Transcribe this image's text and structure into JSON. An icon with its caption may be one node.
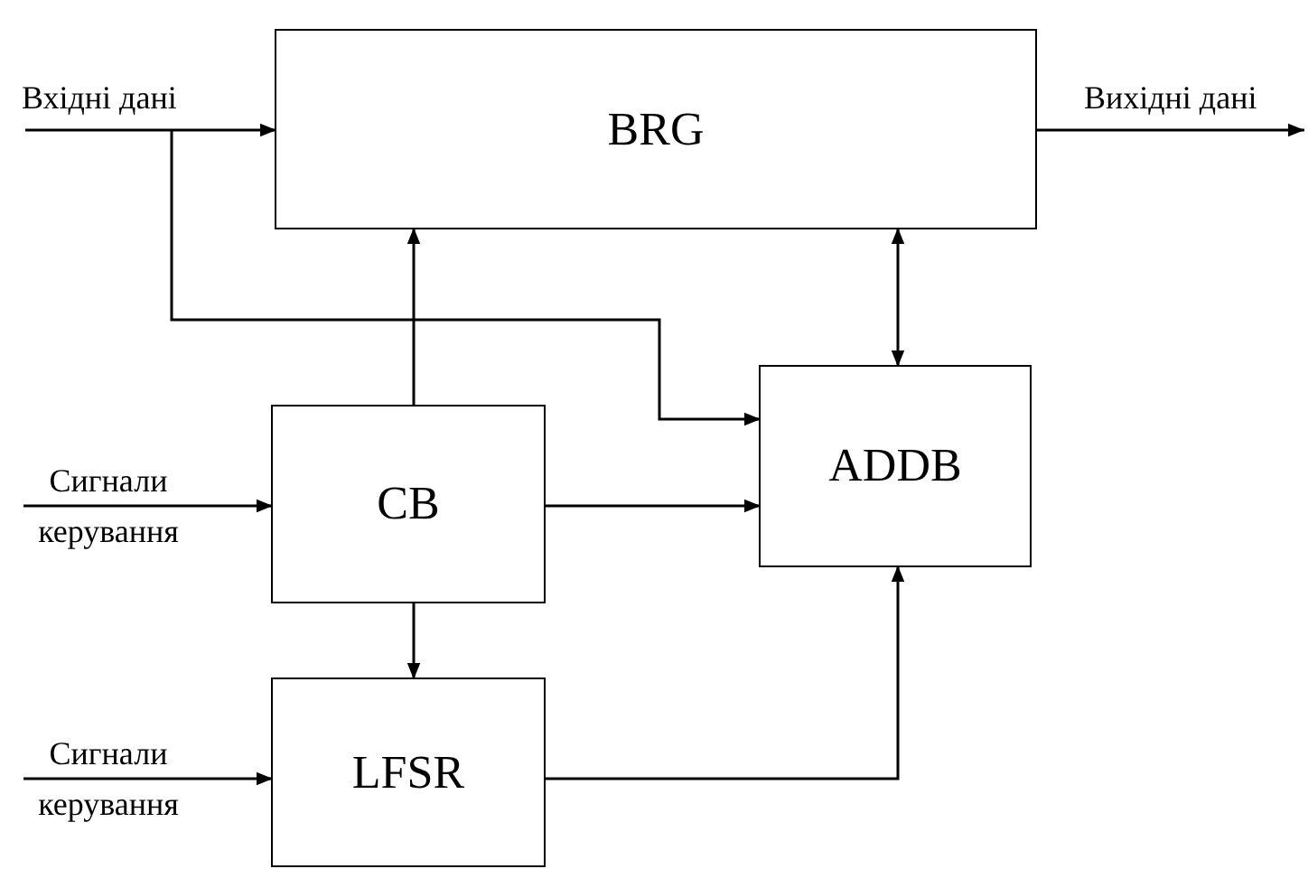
{
  "diagram": {
    "nodes": [
      {
        "text": [
          "BRG"
        ]
      },
      {
        "text": [
          "CB"
        ]
      },
      {
        "text": [
          "LFSR"
        ]
      },
      {
        "text": [
          "ADDB"
        ]
      },
      {
        "text": [
          "Вхідні дані"
        ]
      },
      {
        "text": [
          "Вихідні дані"
        ]
      },
      {
        "text": [
          "Сигнали керування"
        ]
      },
      {
        "text": [
          "Сигнали керування"
        ]
      }
    ],
    "edges": [
      {
        "from": 4,
        "to": 0,
        "arrow": "to"
      },
      {
        "from": 0,
        "to": 5,
        "arrow": "to"
      },
      {
        "from": 4,
        "to": 3,
        "arrow": "to"
      },
      {
        "from": 1,
        "to": 0,
        "arrow": "to"
      },
      {
        "from": 0,
        "to": 3,
        "arrow": "both"
      },
      {
        "from": 6,
        "to": 1,
        "arrow": "to"
      },
      {
        "from": 1,
        "to": 3,
        "arrow": "to"
      },
      {
        "from": 1,
        "to": 2,
        "arrow": "to"
      },
      {
        "from": 7,
        "to": 2,
        "arrow": "to"
      },
      {
        "from": 2,
        "to": 3,
        "arrow": "to"
      }
    ]
  }
}
